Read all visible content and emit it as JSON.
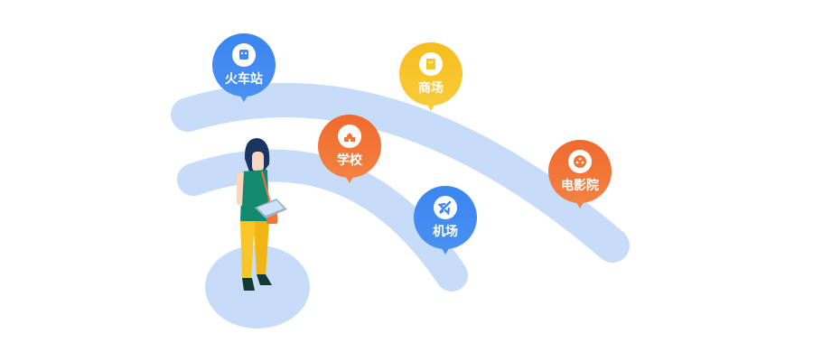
{
  "colors": {
    "arc": "#c6dcf8",
    "blue": "#4189f1",
    "orange": "#f27538",
    "yellow": "#f8c52a"
  },
  "pins": [
    {
      "label": "火车站",
      "icon": "train-icon"
    },
    {
      "label": "商场",
      "icon": "shopping-bag-icon"
    },
    {
      "label": "学校",
      "icon": "school-icon"
    },
    {
      "label": "机场",
      "icon": "airplane-icon"
    },
    {
      "label": "电影院",
      "icon": "film-reel-icon"
    }
  ]
}
